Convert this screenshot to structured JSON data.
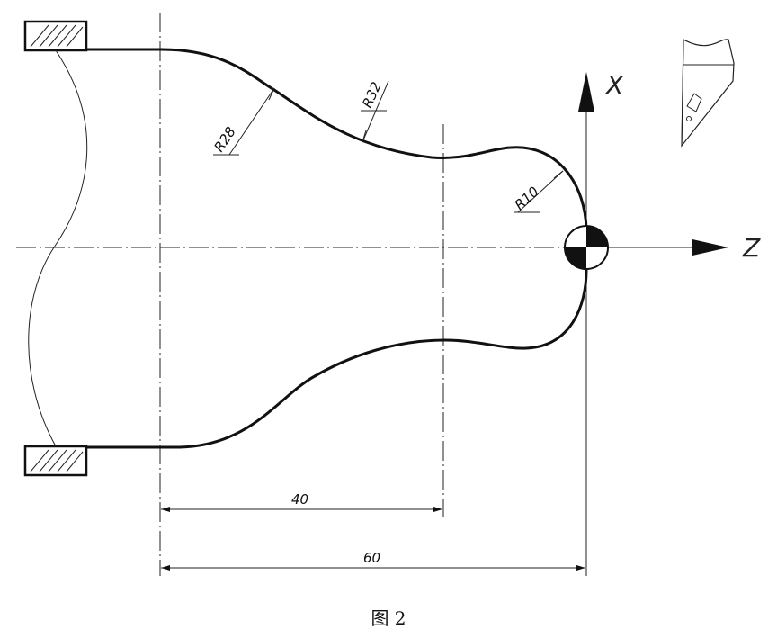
{
  "figure": {
    "caption": "图 2",
    "axes": {
      "x_label": "X",
      "z_label": "Z"
    },
    "radii": {
      "r28": "R28",
      "r32": "R32",
      "r10": "R10"
    },
    "dimensions": {
      "d40": "40",
      "d60": "60"
    }
  }
}
